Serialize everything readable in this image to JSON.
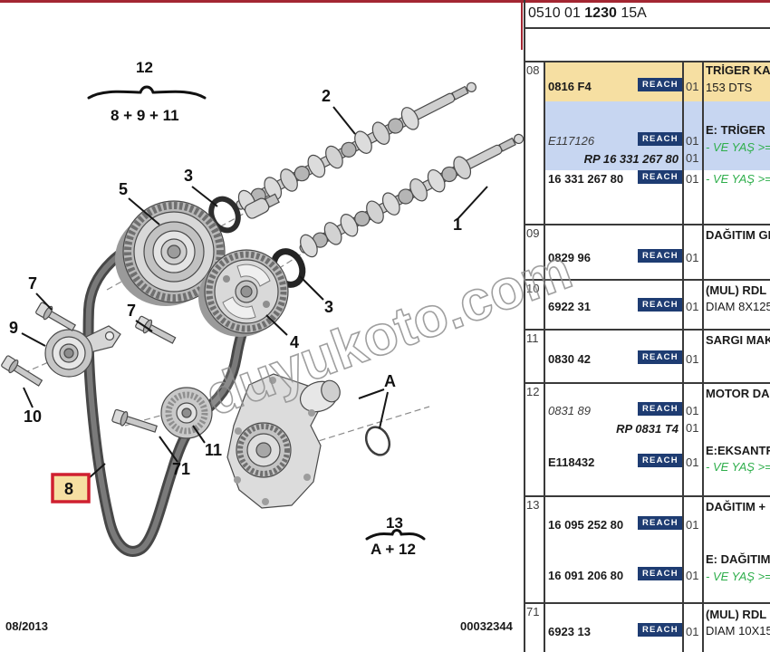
{
  "header": {
    "code_prefix": "0510 01 ",
    "code_bold": "1230",
    "code_suffix": " 15A"
  },
  "footer": {
    "date": "08/2013",
    "doc_number": "00032344"
  },
  "watermark": "duyukoto.com",
  "colors": {
    "row_orange": "#f6dfa2",
    "row_blue": "#c7d6f1",
    "reach_badge": "#1e3c72",
    "note_green": "#2eae4b",
    "highlight_red": "#cf2030",
    "top_bar_red": "#a32632"
  },
  "diagram": {
    "group_top": {
      "label": "12",
      "sum": "8 + 9 + 11"
    },
    "group_bottom": {
      "label": "13",
      "sum": "A + 12"
    },
    "callouts": {
      "c1": "1",
      "c2": "2",
      "c3a": "3",
      "c3b": "3",
      "c4": "4",
      "c5": "5",
      "c7a": "7",
      "c7b": "7",
      "c8": "8",
      "c9": "9",
      "c10": "10",
      "c11": "11",
      "c71": "71",
      "cA": "A"
    }
  },
  "table": {
    "reach_label": "REACH",
    "rows": [
      {
        "ref": "08",
        "parts": [
          {
            "number": "0816 F4",
            "qty": "01",
            "desc1": "TRİGER KA",
            "desc2": "153 DTS"
          },
          {
            "number": "E117126",
            "qty": "01",
            "desc1": "E: TRİGER",
            "desc2": "- VE YAŞ >="
          },
          {
            "number": "RP 16 331 267 80",
            "qty": "01"
          },
          {
            "number": "16 331 267 80",
            "qty": "01",
            "desc2": "- VE YAŞ >="
          }
        ]
      },
      {
        "ref": "09",
        "parts": [
          {
            "number": "0829 96",
            "qty": "01",
            "desc1": "DAĞITIM GE"
          }
        ]
      },
      {
        "ref": "10",
        "parts": [
          {
            "number": "6922 31",
            "qty": "01",
            "desc1": "(MUL) RDL",
            "desc2": "DIAM 8X125"
          }
        ]
      },
      {
        "ref": "11",
        "parts": [
          {
            "number": "0830 42",
            "qty": "01",
            "desc1": "SARGI MAK"
          }
        ]
      },
      {
        "ref": "12",
        "parts": [
          {
            "number": "0831 89",
            "qty": "01",
            "desc1": "MOTOR DA"
          },
          {
            "number": "RP 0831 T4",
            "qty": "01"
          },
          {
            "number": "E118432",
            "qty": "01",
            "desc1": "E:EKSANTR",
            "desc2": "- VE YAŞ >="
          }
        ]
      },
      {
        "ref": "13",
        "parts": [
          {
            "number": "16 095 252 80",
            "qty": "01",
            "desc1": "DAĞITIM +"
          },
          {
            "number": "16 091 206 80",
            "qty": "01",
            "desc1": "E: DAĞITIM",
            "desc2": "- VE YAŞ >="
          }
        ]
      },
      {
        "ref": "71",
        "parts": [
          {
            "number": "6923 13",
            "qty": "01",
            "desc1": "(MUL) RDL",
            "desc2": "DIAM 10X15"
          }
        ]
      }
    ]
  }
}
